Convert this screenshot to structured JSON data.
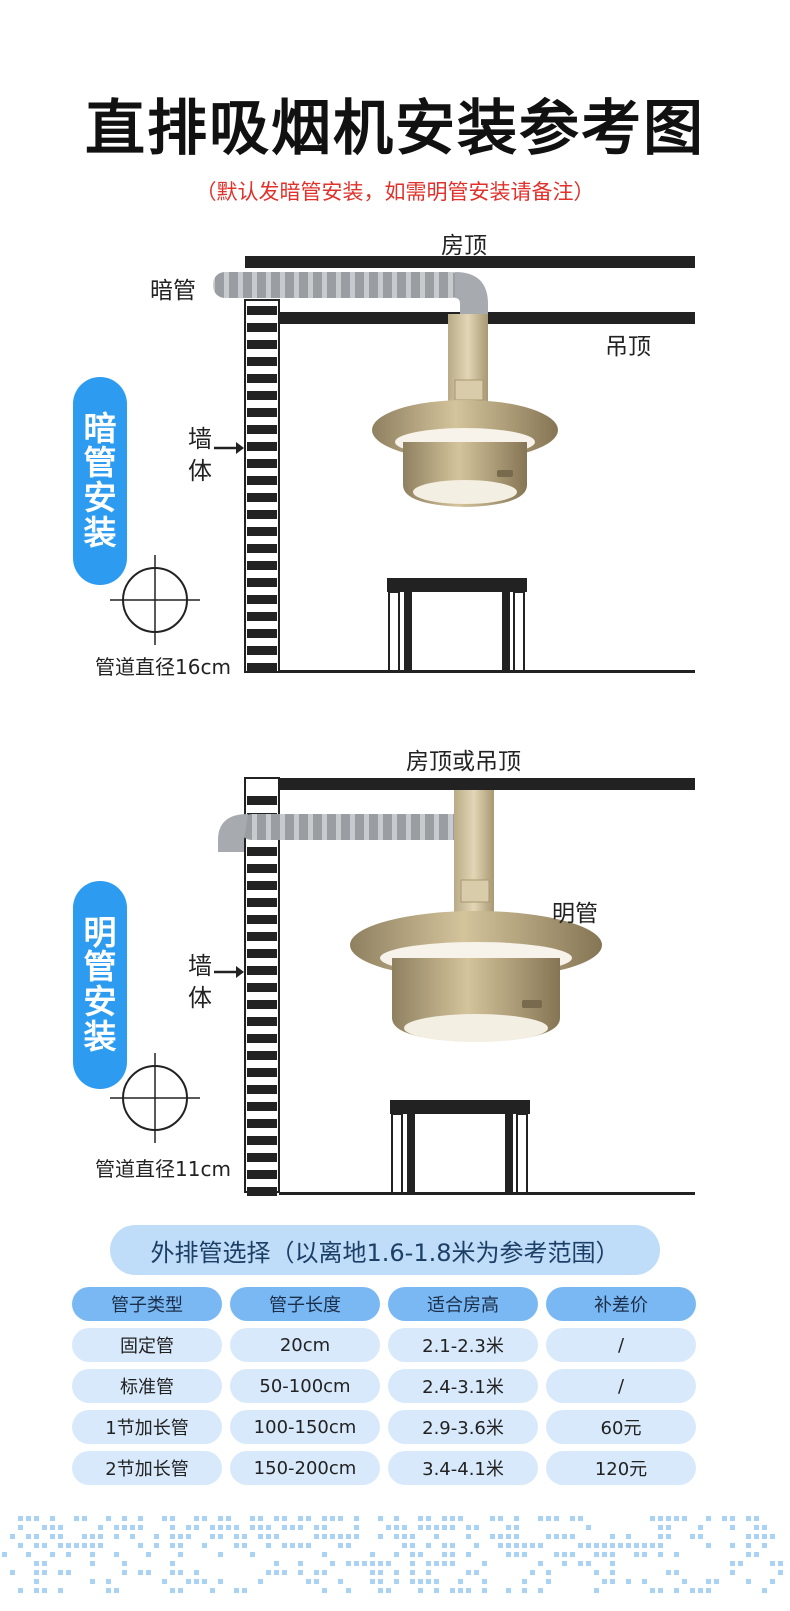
{
  "title": "直排吸烟机安装参考图",
  "subtitle": "（默认发暗管安装，如需明管安装请备注）",
  "diagram1": {
    "roof_label": "房顶",
    "pipe_label": "暗管",
    "ceiling_label": "吊顶",
    "wall_label_1": "墙",
    "wall_label_2": "体",
    "side_tab": [
      "暗",
      "管",
      "安",
      "装"
    ],
    "diameter_label": "管道直径16cm"
  },
  "diagram2": {
    "roof_label": "房顶或吊顶",
    "pipe_label": "明管",
    "wall_label_1": "墙",
    "wall_label_2": "体",
    "side_tab": [
      "明",
      "管",
      "安",
      "装"
    ],
    "diameter_label": "管道直径11cm"
  },
  "pipe_table": {
    "banner": "外排管选择（以离地1.6-1.8米为参考范围）",
    "headers": [
      "管子类型",
      "管子长度",
      "适合房高",
      "补差价"
    ],
    "rows": [
      [
        "固定管",
        "20cm",
        "2.1-2.3米",
        "/"
      ],
      [
        "标准管",
        "50-100cm",
        "2.4-3.1米",
        "/"
      ],
      [
        "1节加长管",
        "100-150cm",
        "2.9-3.6米",
        "60元"
      ],
      [
        "2节加长管",
        "150-200cm",
        "3.4-4.1米",
        "120元"
      ]
    ]
  },
  "colors": {
    "accent_blue": "#2d9cf0",
    "subtitle_red": "#e0312b",
    "hood_gold": "#b4a27a"
  }
}
